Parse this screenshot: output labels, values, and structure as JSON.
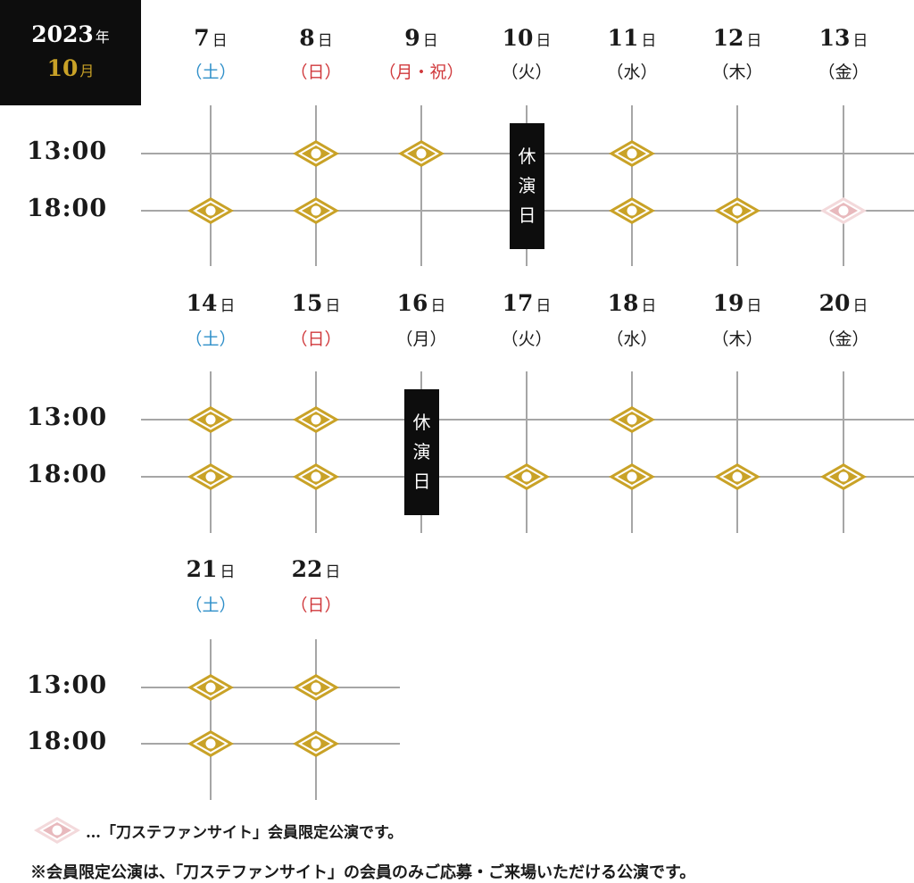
{
  "header": {
    "year": "2023",
    "year_suffix": "年",
    "month": "10",
    "month_suffix": "月"
  },
  "day_suffix": "日",
  "closed_label": [
    "休",
    "演",
    "日"
  ],
  "colors": {
    "gold": "#c9a227",
    "pink": "#e8b9bd",
    "saturday": "#2f8fc9",
    "holiday": "#d0393c",
    "black": "#0d0d0d",
    "grid": "#a6a6a6"
  },
  "weeks": [
    {
      "days": [
        {
          "date": "7",
          "dow": "（土）",
          "type": "sat",
          "slots": [
            null,
            "gold"
          ]
        },
        {
          "date": "8",
          "dow": "（日）",
          "type": "hol",
          "slots": [
            "gold",
            "gold"
          ]
        },
        {
          "date": "9",
          "dow": "（月・祝）",
          "type": "hol",
          "slots": [
            "gold",
            null
          ]
        },
        {
          "date": "10",
          "dow": "（火）",
          "type": "normal",
          "slots": [
            null,
            null
          ],
          "closed": true
        },
        {
          "date": "11",
          "dow": "（水）",
          "type": "normal",
          "slots": [
            "gold",
            "gold"
          ]
        },
        {
          "date": "12",
          "dow": "（木）",
          "type": "normal",
          "slots": [
            null,
            "gold"
          ]
        },
        {
          "date": "13",
          "dow": "（金）",
          "type": "normal",
          "slots": [
            null,
            "pink"
          ]
        }
      ],
      "times": [
        "13:00",
        "18:00"
      ]
    },
    {
      "days": [
        {
          "date": "14",
          "dow": "（土）",
          "type": "sat",
          "slots": [
            "gold",
            "gold"
          ]
        },
        {
          "date": "15",
          "dow": "（日）",
          "type": "hol",
          "slots": [
            "gold",
            "gold"
          ]
        },
        {
          "date": "16",
          "dow": "（月）",
          "type": "normal",
          "slots": [
            null,
            null
          ],
          "closed": true
        },
        {
          "date": "17",
          "dow": "（火）",
          "type": "normal",
          "slots": [
            null,
            "gold"
          ]
        },
        {
          "date": "18",
          "dow": "（水）",
          "type": "normal",
          "slots": [
            "gold",
            "gold"
          ]
        },
        {
          "date": "19",
          "dow": "（木）",
          "type": "normal",
          "slots": [
            null,
            "gold"
          ]
        },
        {
          "date": "20",
          "dow": "（金）",
          "type": "normal",
          "slots": [
            null,
            "gold"
          ]
        }
      ],
      "times": [
        "13:00",
        "18:00"
      ]
    },
    {
      "days": [
        {
          "date": "21",
          "dow": "（土）",
          "type": "sat",
          "slots": [
            "gold",
            "gold"
          ]
        },
        {
          "date": "22",
          "dow": "（日）",
          "type": "hol",
          "slots": [
            "gold",
            "gold"
          ]
        }
      ],
      "times": [
        "13:00",
        "18:00"
      ]
    }
  ],
  "legend": {
    "text": "…「刀ステファンサイト」会員限定公演です。",
    "icon": "member-only-diamond-icon"
  },
  "note": "※会員限定公演は、「刀ステファンサイト」の会員のみご応募・ご来場いただける公演です。"
}
